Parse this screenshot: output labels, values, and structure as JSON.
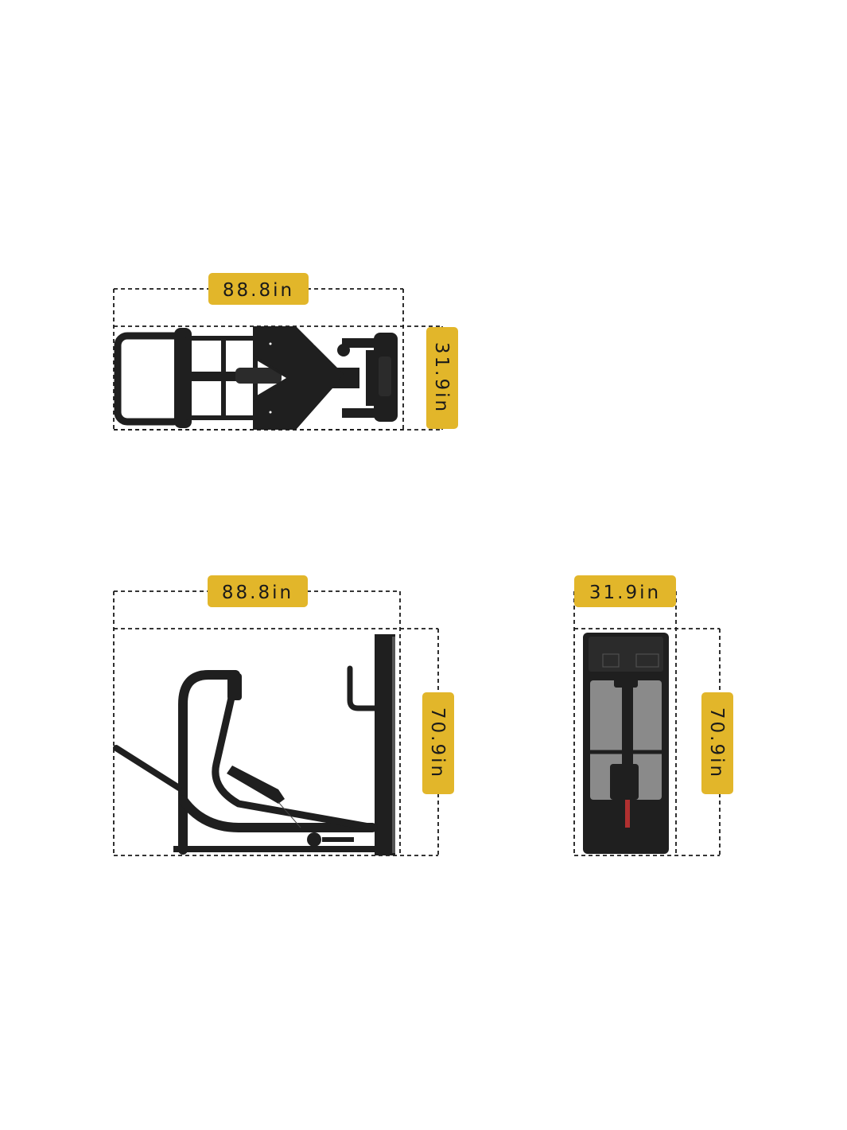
{
  "views": {
    "top": {
      "width_label": "88.8in",
      "depth_label": "31.9in"
    },
    "side": {
      "width_label": "88.8in",
      "height_label": "70.9in"
    },
    "front": {
      "width_label": "31.9in",
      "height_label": "70.9in"
    }
  },
  "colors": {
    "label_bg": "#e2b62a",
    "machine": "#1f1f1f",
    "pad": "#8a8a8a"
  }
}
